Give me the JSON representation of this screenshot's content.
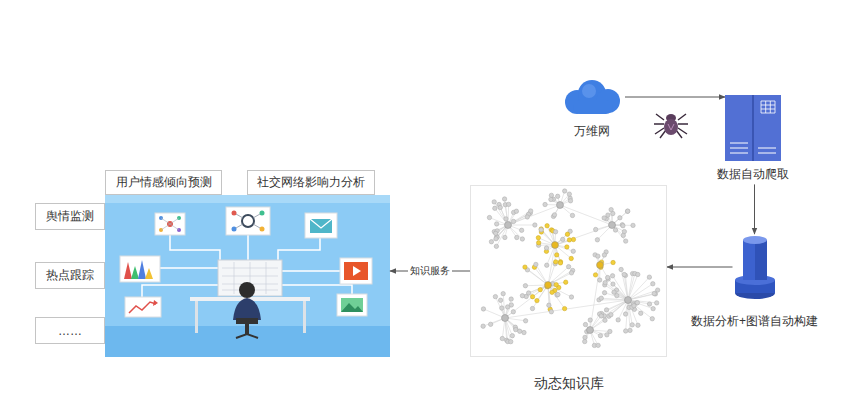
{
  "diagram": {
    "nodes": [
      {
        "text": [
          "万维网"
        ]
      },
      {
        "text": [
          "数据自动爬取"
        ]
      },
      {
        "text": [
          "数据分析+图谱自动构建"
        ]
      },
      {
        "text": [
          "动态知识库"
        ]
      },
      {
        "text": [
          "用户情感倾向预测",
          "社交网络影响力分析",
          "舆情监测",
          "热点跟踪",
          "……"
        ]
      }
    ],
    "edges": [
      {
        "from": 0,
        "to": 1,
        "arrow": "to"
      },
      {
        "from": 1,
        "to": 2,
        "arrow": "to"
      },
      {
        "from": 2,
        "to": 3,
        "arrow": "to"
      },
      {
        "from": 3,
        "to": 4,
        "label": "知识服务",
        "arrow": "to"
      }
    ]
  }
}
